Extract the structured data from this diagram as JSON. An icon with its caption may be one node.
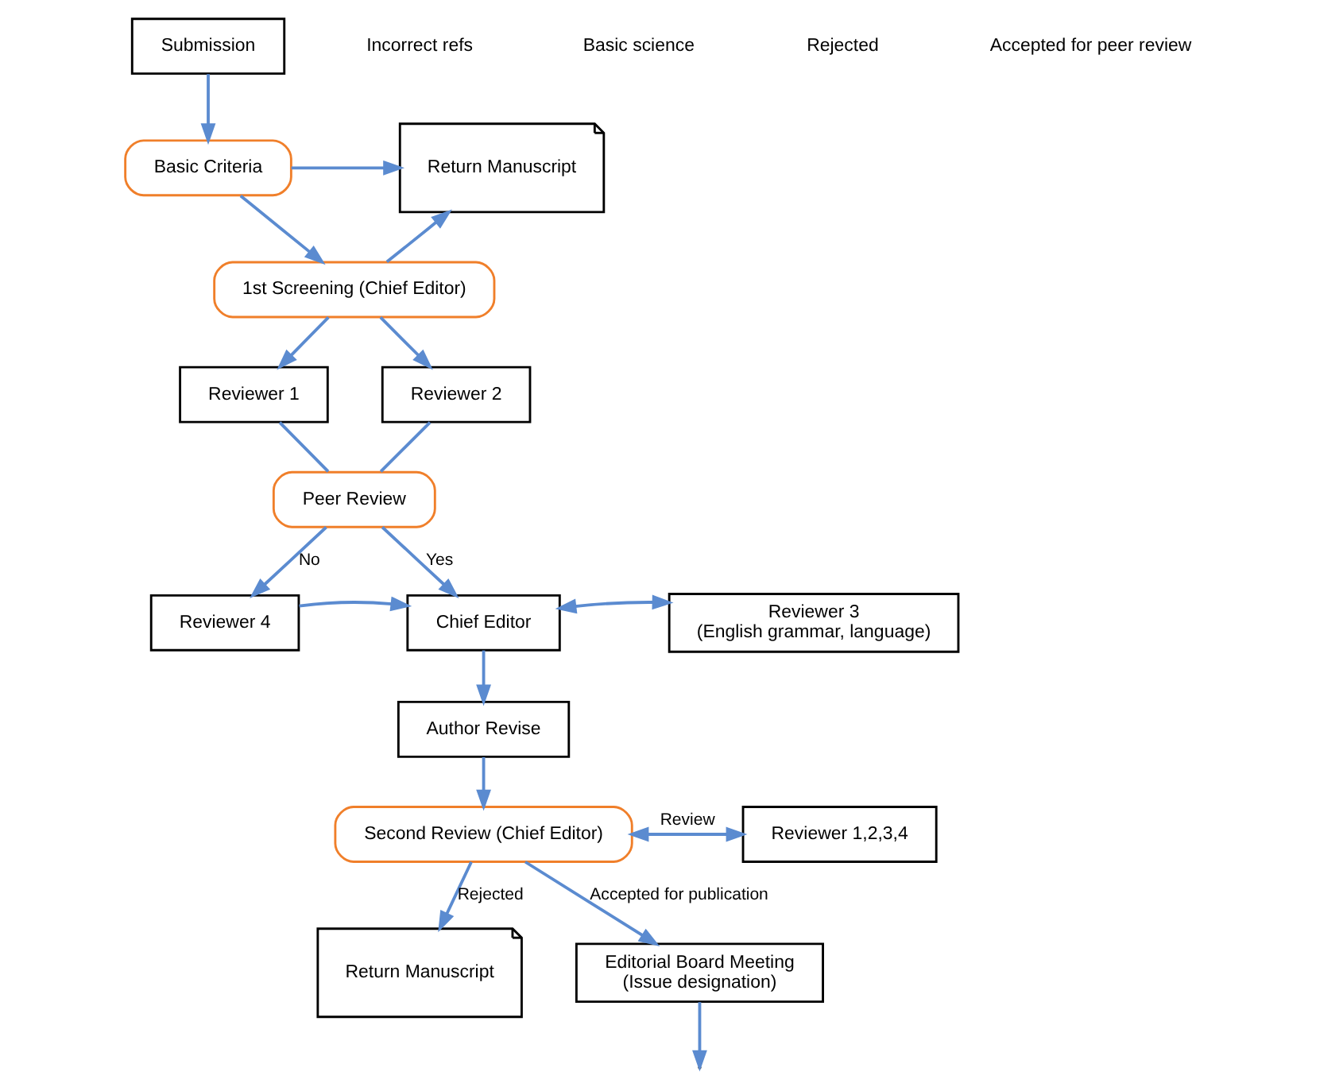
{
  "diagram": {
    "nodes": [
      {
        "text": [
          "Submission"
        ]
      },
      {
        "text": [
          "Basic Criteria"
        ]
      },
      {
        "text": [
          "1st Screening (Chief Editor)"
        ]
      },
      {
        "text": [
          "Return Manuscript"
        ]
      },
      {
        "text": [
          "Reviewer 1"
        ]
      },
      {
        "text": [
          "Reviewer 2"
        ]
      },
      {
        "text": [
          "Peer Review"
        ]
      },
      {
        "text": [
          "Reviewer 3",
          "(English grammar, language)"
        ]
      },
      {
        "text": [
          "Chief Editor"
        ]
      },
      {
        "text": [
          "Reviewer 4"
        ]
      },
      {
        "text": [
          "Author Revise"
        ]
      },
      {
        "text": [
          "Reviewer 1,2,3,4"
        ]
      },
      {
        "text": [
          "Second Review (Chief Editor)"
        ]
      },
      {
        "text": [
          "Return Manuscript"
        ]
      },
      {
        "text": [
          "Editorial Board Meeting",
          "(Issue designation)"
        ]
      }
    ],
    "edges": [
      {
        "from": 0,
        "to": 1,
        "arrow": "to"
      },
      {
        "from": 1,
        "to": 2,
        "arrow": "to"
      },
      {
        "from": 1,
        "to": 3,
        "arrow": "to"
      },
      {
        "from": 2,
        "to": 3,
        "arrow": "to"
      },
      {
        "from": 2,
        "to": 4,
        "arrow": "to"
      },
      {
        "from": 2,
        "to": 5,
        "arrow": "to"
      },
      {
        "from": 4,
        "to": 6,
        "arrow": "none"
      },
      {
        "from": 5,
        "to": 6,
        "arrow": "none"
      },
      {
        "from": 6,
        "to": 8,
        "arrow": "to",
        "label": "Yes"
      },
      {
        "from": 6,
        "to": 9,
        "arrow": "to",
        "label": "No"
      },
      {
        "from": 8,
        "to": 7,
        "arrow": "both"
      },
      {
        "from": 9,
        "to": 8,
        "arrow": "to"
      },
      {
        "from": 8,
        "to": 10,
        "arrow": "to"
      },
      {
        "from": 10,
        "to": 12,
        "arrow": "to"
      },
      {
        "from": 12,
        "to": 11,
        "arrow": "both",
        "label": "Review"
      },
      {
        "from": 12,
        "to": 13,
        "arrow": "to",
        "label": "Rejected"
      },
      {
        "from": 12,
        "to": 14,
        "arrow": "to",
        "label": "Accepted for publication"
      },
      {
        "from": 14,
        "to": null,
        "arrow": "to"
      }
    ],
    "labels": [
      "Incorrect refs",
      "Basic science",
      "Rejected",
      "Accepted for peer review"
    ]
  }
}
